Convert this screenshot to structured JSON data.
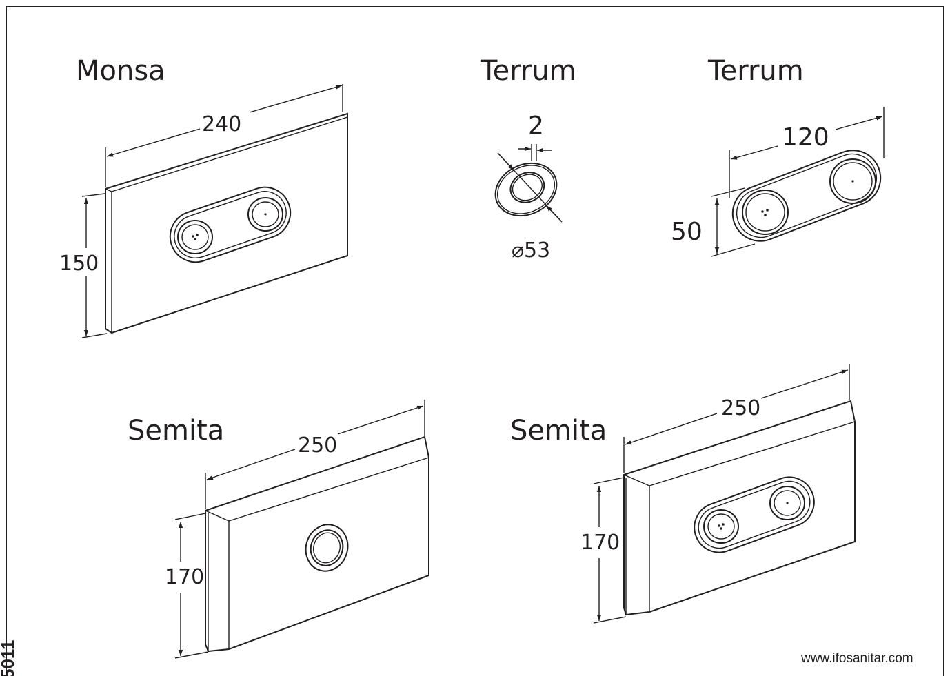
{
  "products": [
    {
      "title": "Monsa",
      "width_label": "240",
      "height_label": "150"
    },
    {
      "title": "Terrum",
      "thickness_label": "2",
      "diameter_label": "⌀53"
    },
    {
      "title": "Terrum",
      "width_label": "120",
      "height_label": "50"
    },
    {
      "title": "Semita",
      "width_label": "250",
      "height_label": "170"
    },
    {
      "title": "Semita",
      "width_label": "250",
      "height_label": "170"
    }
  ],
  "footer": {
    "url": "www.ifosanitar.com"
  },
  "edge_mark": "5011"
}
